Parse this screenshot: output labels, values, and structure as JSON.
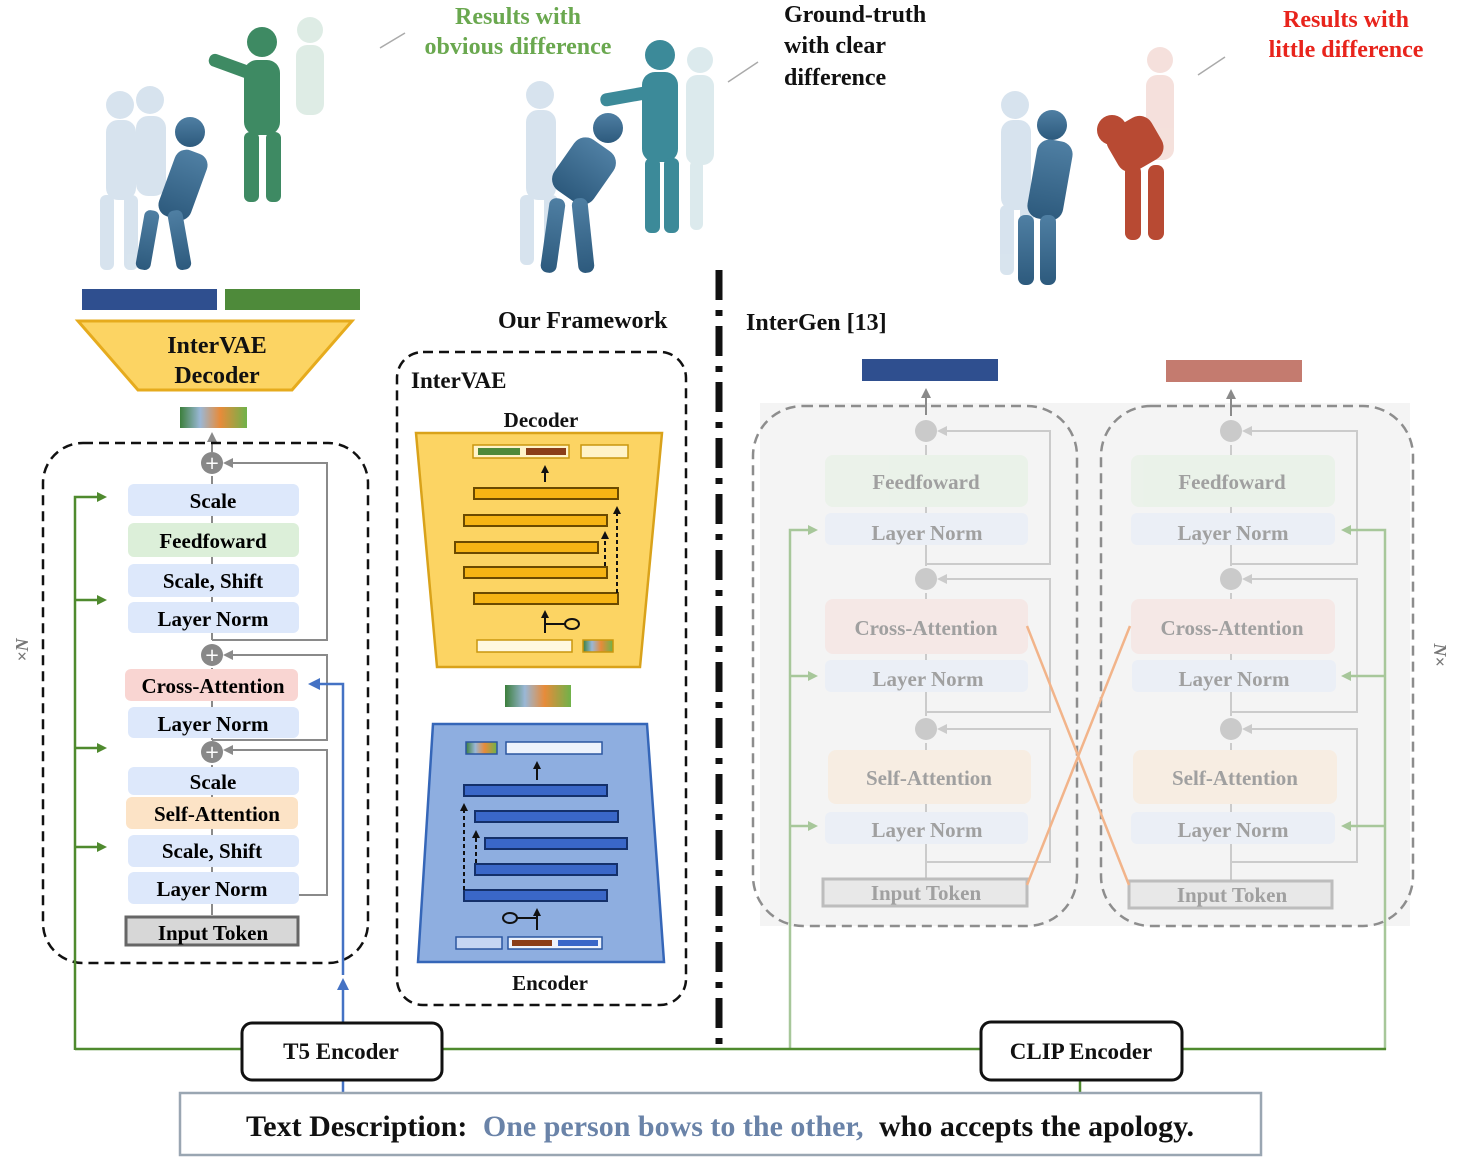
{
  "annotations": {
    "green_result": [
      "Results with",
      "obvious difference"
    ],
    "ground_truth": [
      "Ground-truth",
      "with clear",
      "difference"
    ],
    "red_result": [
      "Results with",
      "little difference"
    ]
  },
  "headings": {
    "our_framework": "Our Framework",
    "intergen": "InterGen [13]"
  },
  "left_model": {
    "decoder_label": [
      "InterVAE",
      "Decoder"
    ],
    "repeat_label": "×N",
    "layers": {
      "scale_top": "Scale",
      "feedforward": "Feedfoward",
      "scale_shift_top": "Scale, Shift",
      "layer_norm_1": "Layer Norm",
      "cross_attention": "Cross-Attention",
      "layer_norm_2": "Layer Norm",
      "scale_bottom": "Scale",
      "self_attention": "Self-Attention",
      "scale_shift_bottom": "Scale, Shift",
      "layer_norm_3": "Layer Norm",
      "input_token": "Input Token"
    }
  },
  "intervae": {
    "title": "InterVAE",
    "decoder": "Decoder",
    "encoder": "Encoder"
  },
  "intergen": {
    "repeat_label": "N×",
    "layers": {
      "feedforward": "Feedfoward",
      "layer_norm_1": "Layer Norm",
      "cross_attention": "Cross-Attention",
      "layer_norm_2": "Layer Norm",
      "self_attention": "Self-Attention",
      "layer_norm_3": "Layer Norm",
      "input_token": "Input Token"
    }
  },
  "encoders": {
    "t5": "T5 Encoder",
    "clip": "CLIP Encoder"
  },
  "text_description": {
    "label": "Text Description:",
    "highlight": "One person bows to the other,",
    "rest": "who accepts the apology."
  },
  "colors": {
    "green_text": "#6aa84f",
    "red_text": "#e8241c",
    "blue_bar": "#2f4f8f",
    "green_bar": "#4e8a3a",
    "red_bar": "#c47b6f",
    "decoder_yellow": "#fcd463",
    "encoder_blue": "#8eaee0",
    "arrow_green": "#4f8a2e",
    "arrow_blue": "#4472c4",
    "scale_fill": "#dde8fb",
    "ff_fill": "#dcefd9",
    "cross_fill": "#f9d5d2",
    "self_fill": "#fce3c6",
    "query_text": "#6a83a8"
  }
}
